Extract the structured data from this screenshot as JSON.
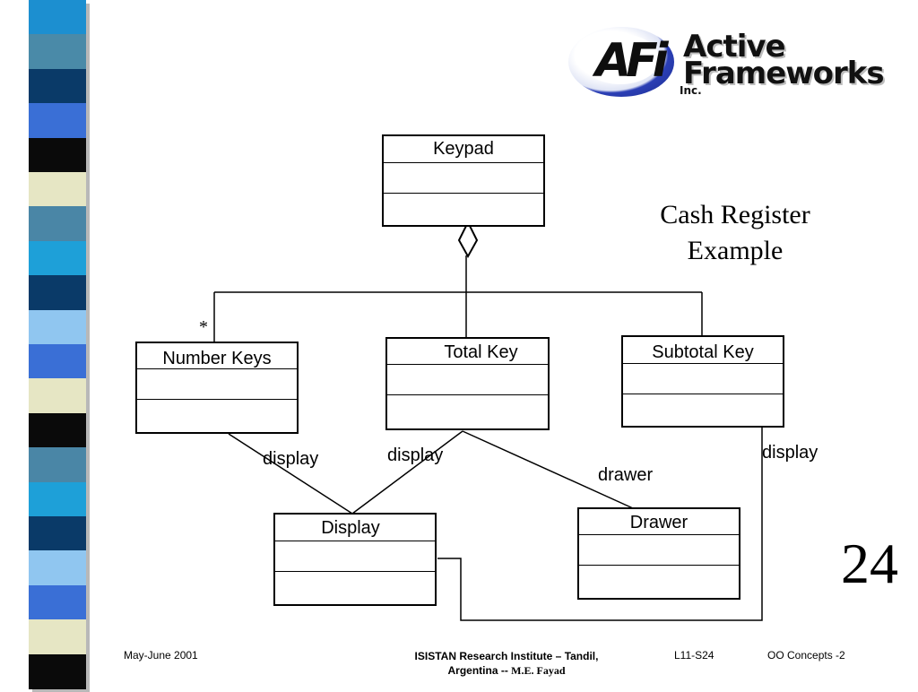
{
  "title": {
    "line1": "Cash Register",
    "line2": "Example"
  },
  "slide_number": "24",
  "logo": {
    "monogram": "AFi",
    "line1": "Active",
    "line2": "Frameworks",
    "inc": "Inc."
  },
  "classes": {
    "keypad": "Keypad",
    "number_keys": "Number Keys",
    "total_key": "Total Key",
    "subtotal_key": "Subtotal Key",
    "display": "Display",
    "drawer": "Drawer"
  },
  "associations": {
    "multiplicity": "*",
    "number_keys_display": "display",
    "total_key_display": "display",
    "total_key_drawer": "drawer",
    "subtotal_key_display": "display"
  },
  "footer": {
    "date": "May-June 2001",
    "institute_line1": "ISISTAN Research Institute – Tandil,",
    "institute_line2": "Argentina -- ",
    "author": "M.E. Fayad",
    "slide_code": "L11-S24",
    "course": "OO Concepts -2"
  },
  "colors": {
    "stripes": [
      "#1c8fd0",
      "#4a8aa8",
      "#0a3a68",
      "#3a6fd6",
      "#0a0a0a",
      "#e6e6c4",
      "#4a86a6",
      "#1ea0d8",
      "#0a3a68",
      "#90c6f0",
      "#3a6fd6",
      "#e6e6c4",
      "#0a0a0a",
      "#4a86a6",
      "#1ea0d8",
      "#0a3a68",
      "#90c6f0",
      "#3a6fd6",
      "#e6e6c4",
      "#0a0a0a"
    ]
  }
}
